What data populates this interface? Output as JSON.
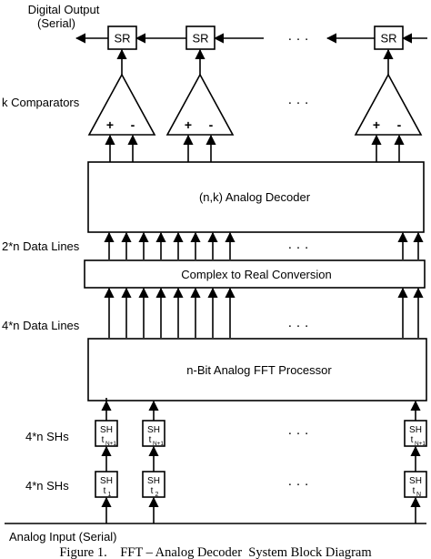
{
  "labels": {
    "digital_output": "Digital Output",
    "serial_paren": "(Serial)",
    "comparators": "k Comparators",
    "data_lines_2n": "2*n Data Lines",
    "data_lines_4n": "4*n Data Lines",
    "sh_upper": "4*n SHs",
    "sh_lower": "4*n SHs",
    "analog_input": "Analog Input (Serial)",
    "ellipsis": "· · ·"
  },
  "blocks": {
    "sr": "SR",
    "plus": "+",
    "minus": "-",
    "decoder": "(n,k) Analog Decoder",
    "conversion": "Complex to Real Conversion",
    "fft": "n-Bit Analog FFT Processor",
    "sh": "SH"
  },
  "sh_subscripts": {
    "upper": [
      "N+1",
      "N+1",
      "N+1"
    ],
    "lower": [
      "1",
      "2",
      "N"
    ]
  },
  "caption": "Figure 1.    FFT – Analog Decoder  System Block Diagram"
}
